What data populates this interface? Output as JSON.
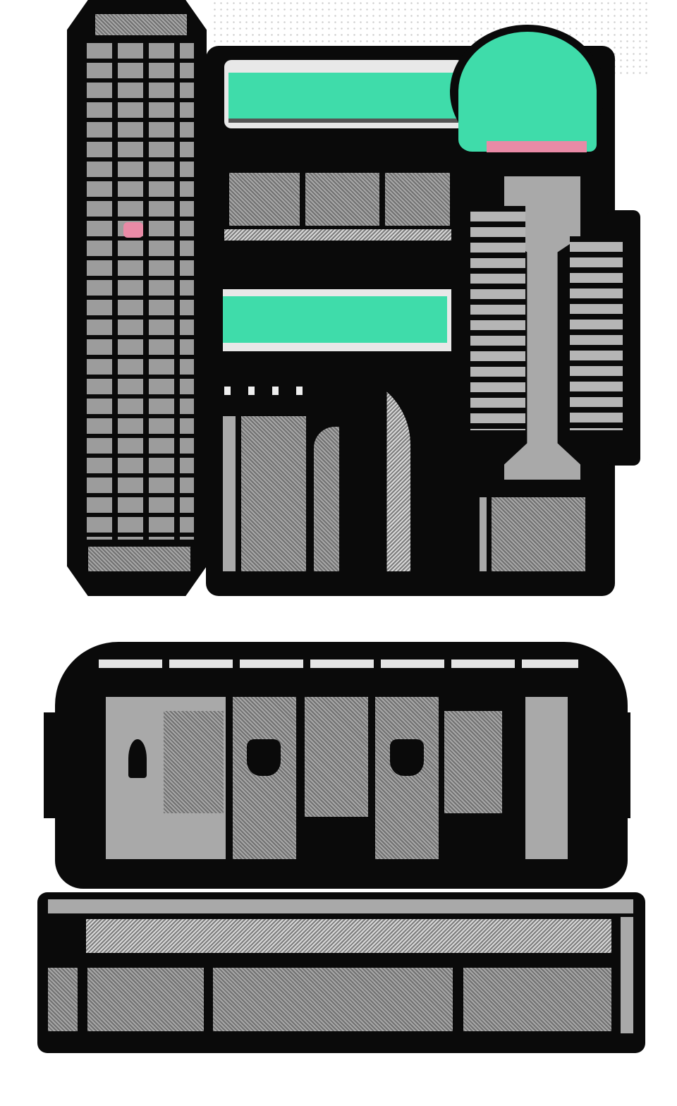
{
  "colors": {
    "ink": "#0a0a0a",
    "teal": "#3fdcaa",
    "pink": "#e98aa6",
    "gray": "#a9a9a9",
    "background": "#ffffff"
  },
  "shapes": [
    "left-tower",
    "teal-bar-top",
    "teal-circle",
    "hatched-row",
    "teal-bar-middle",
    "wrench-column",
    "lower-capsule-panel",
    "bottom-rail-panel"
  ]
}
